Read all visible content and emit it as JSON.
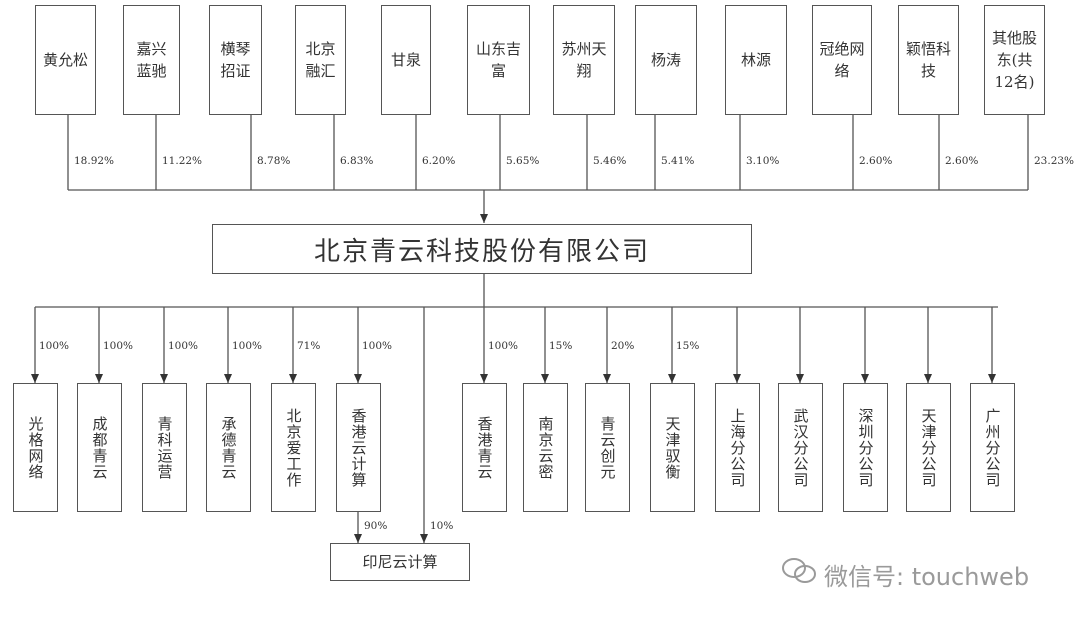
{
  "shareholders": [
    {
      "name": "黄允松",
      "pct": "18.92%"
    },
    {
      "name": "嘉兴蓝驰",
      "pct": "11.22%"
    },
    {
      "name": "横琴招证",
      "pct": "8.78%"
    },
    {
      "name": "北京融汇",
      "pct": "6.83%"
    },
    {
      "name": "甘泉",
      "pct": "6.20%"
    },
    {
      "name": "山东吉富",
      "pct": "5.65%"
    },
    {
      "name": "苏州天翔",
      "pct": "5.46%"
    },
    {
      "name": "杨涛",
      "pct": "5.41%"
    },
    {
      "name": "林源",
      "pct": "3.10%"
    },
    {
      "name": "冠绝网络",
      "pct": "2.60%"
    },
    {
      "name": "颖悟科技",
      "pct": "2.60%"
    },
    {
      "name": "其他股东(共12名)",
      "pct": "23.23%"
    }
  ],
  "company": "北京青云科技股份有限公司",
  "subsidiaries": [
    {
      "name": "光格网络",
      "pct": "100%"
    },
    {
      "name": "成都青云",
      "pct": "100%"
    },
    {
      "name": "青科运营",
      "pct": "100%"
    },
    {
      "name": "承德青云",
      "pct": "100%"
    },
    {
      "name": "北京爱工作",
      "pct": "71%"
    },
    {
      "name": "香港云计算",
      "pct": "100%"
    },
    {
      "name": "香港青云",
      "pct": "100%"
    },
    {
      "name": "南京云密",
      "pct": "15%"
    },
    {
      "name": "青云创元",
      "pct": "20%"
    },
    {
      "name": "天津驭衡",
      "pct": "15%"
    },
    {
      "name": "上海分公司",
      "pct": ""
    },
    {
      "name": "武汉分公司",
      "pct": ""
    },
    {
      "name": "深圳分公司",
      "pct": ""
    },
    {
      "name": "天津分公司",
      "pct": ""
    },
    {
      "name": "广州分公司",
      "pct": ""
    }
  ],
  "indonesia": {
    "name": "印尼云计算",
    "pct_from_hk": "90%",
    "pct_from_parent": "10%"
  },
  "watermark": "微信号: touchweb"
}
